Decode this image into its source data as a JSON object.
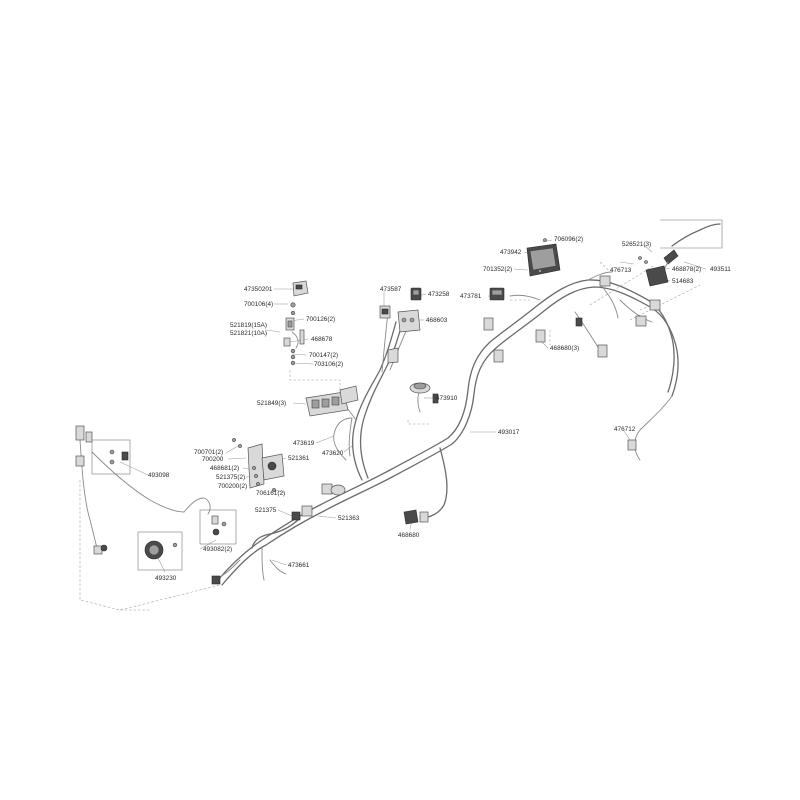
{
  "parts": {
    "p47350201": "47350201",
    "p700106_4": "700106(4)",
    "p700126_2": "700126(2)",
    "p521819_15a": "521819(15A)",
    "p521821_10a": "521821(10A)",
    "p468678": "468678",
    "p700147_2": "700147(2)",
    "p703106_2": "703106(2)",
    "p521849_3": "521849(3)",
    "p473587": "473587",
    "p473258": "473258",
    "p468603": "468603",
    "p473910": "473910",
    "p473619": "473619",
    "p473620": "473620",
    "p493017": "493017",
    "p473942": "473942",
    "p706096_2": "706096(2)",
    "p701352_2": "701352(2)",
    "p473781": "473781",
    "p468680_3": "468680(3)",
    "p526521_3": "526521(3)",
    "p476713": "476713",
    "p468878_2": "468878(2)",
    "p493511": "493511",
    "p514683": "514683",
    "p476712": "476712",
    "p700701_2": "700701(2)",
    "p700200": "700200",
    "p521361": "521361",
    "p468681_2": "468681(2)",
    "p521375_2": "521375(2)",
    "p700200_2": "700200(2)",
    "p706161_2": "706161(2)",
    "p521375": "521375",
    "p521363": "521363",
    "p468680": "468680",
    "p493098": "493098",
    "p493082_2": "493082(2)",
    "p493230": "493230",
    "p473661": "473661"
  }
}
